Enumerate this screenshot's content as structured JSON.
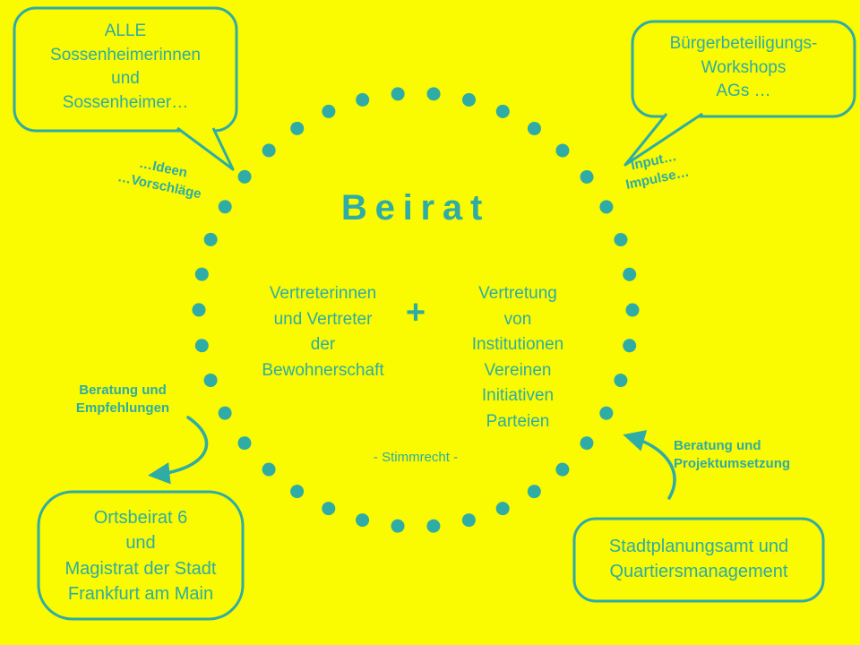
{
  "colors": {
    "background": "#FAFA00",
    "accent": "#2EACA5"
  },
  "bubbles": {
    "citizens": {
      "text": "ALLE\nSossenheimerinnen\nund\nSossenheimer…"
    },
    "workshops": {
      "text": "Bürgerbeteiligungs-\nWorkshops\nAGs …"
    }
  },
  "labels": {
    "ideas": "…Ideen\n…Vorschläge",
    "input": "Input…\nImpulse…",
    "advice_left": "Beratung und\nEmpfehlungen",
    "advice_right": "Beratung und\nProjektumsetzung"
  },
  "circle": {
    "title": "Beirat",
    "residents": "Vertreterinnen\nund Vertreter\nder\nBewohnerschaft",
    "plus": "+",
    "institutions": "Vertretung\nvon\nInstitutionen\nVereinen\nInitiativen\nParteien",
    "voting_note": "- Stimmrecht -"
  },
  "boxes": {
    "ortsbeirat": "Ortsbeirat 6\nund\nMagistrat der Stadt\nFrankfurt am Main",
    "stadtplanungsamt": "Stadtplanungsamt und\nQuartiersmanagement"
  }
}
